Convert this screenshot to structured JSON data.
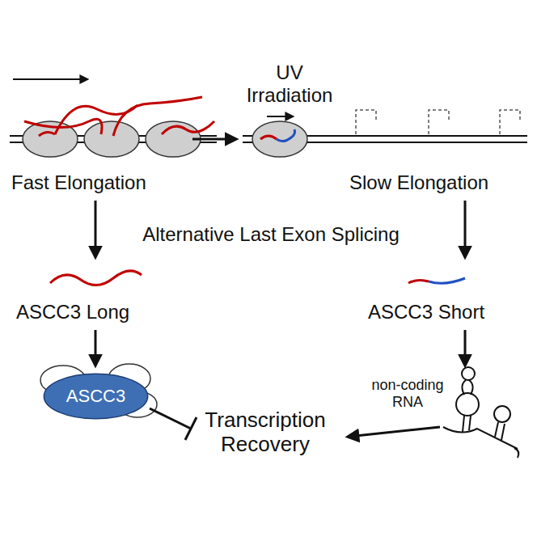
{
  "diagram": {
    "nodes": [
      {
        "text": [
          "ASCC3"
        ]
      }
    ],
    "labels": [
      "UV Irradiation",
      "Fast Elongation",
      "Slow Elongation",
      "Alternative Last Exon Splicing",
      "ASCC3 Long",
      "ASCC3 Short",
      "non-coding RNA",
      "Transcription Recovery"
    ]
  }
}
